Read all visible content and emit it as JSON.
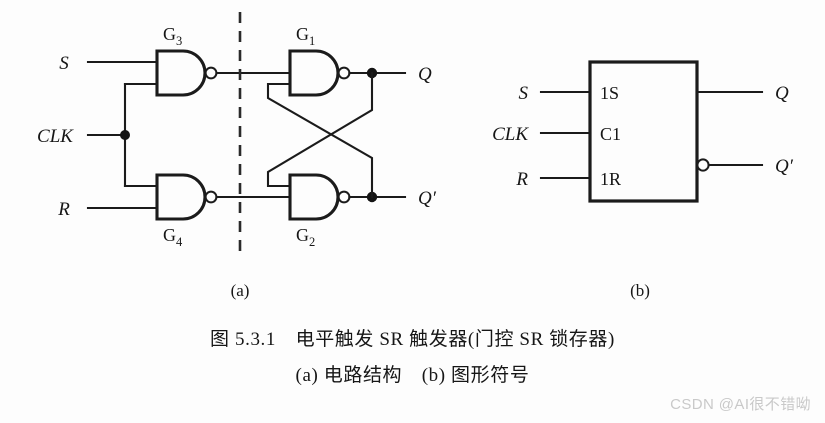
{
  "figure": {
    "background_color": "#fdfdfd",
    "ink_color": "#1b1b1b",
    "caption_line1": "图 5.3.1　电平触发 SR 触发器(门控 SR 锁存器)",
    "caption_line2": "(a) 电路结构　(b) 图形符号",
    "caption_number": "图 5.3.1",
    "caption_title": "电平触发 SR 触发器(门控 SR 锁存器)",
    "part_a_label": "(a)",
    "part_b_label": "(b)",
    "part_a_desc": "(a) 电路结构",
    "part_b_desc": "(b) 图形符号"
  },
  "circuit_a": {
    "title": "电路结构",
    "inputs": [
      {
        "name": "S",
        "label": "S"
      },
      {
        "name": "CLK",
        "label": "CLK"
      },
      {
        "name": "R",
        "label": "R"
      }
    ],
    "outputs": [
      {
        "name": "Q",
        "label": "Q"
      },
      {
        "name": "Qnot",
        "label": "Q′"
      }
    ],
    "gates": [
      {
        "id": "G3",
        "label": "G",
        "sub": "3",
        "type": "NAND",
        "position": "upper-left"
      },
      {
        "id": "G4",
        "label": "G",
        "sub": "4",
        "type": "NAND",
        "position": "lower-left"
      },
      {
        "id": "G1",
        "label": "G",
        "sub": "1",
        "type": "NAND",
        "position": "upper-right"
      },
      {
        "id": "G2",
        "label": "G",
        "sub": "2",
        "type": "NAND",
        "position": "lower-right"
      }
    ],
    "divider": {
      "style": "dashed",
      "orientation": "vertical"
    },
    "junctions": [
      "CLK-fanout",
      "Q-tap",
      "Qnot-tap"
    ]
  },
  "symbol_b": {
    "title": "图形符号",
    "input_labels": [
      {
        "name": "S",
        "label": "S"
      },
      {
        "name": "CLK",
        "label": "CLK"
      },
      {
        "name": "R",
        "label": "R"
      }
    ],
    "pin_labels": [
      {
        "name": "1S",
        "label": "1S"
      },
      {
        "name": "C1",
        "label": "C1"
      },
      {
        "name": "1R",
        "label": "1R"
      }
    ],
    "output_labels": [
      {
        "name": "Q",
        "label": "Q",
        "inverted": false
      },
      {
        "name": "Qnot",
        "label": "Q′",
        "inverted": true
      }
    ]
  },
  "watermark": {
    "text": "CSDN @AI很不错呦",
    "color": "#c9c9c9"
  }
}
